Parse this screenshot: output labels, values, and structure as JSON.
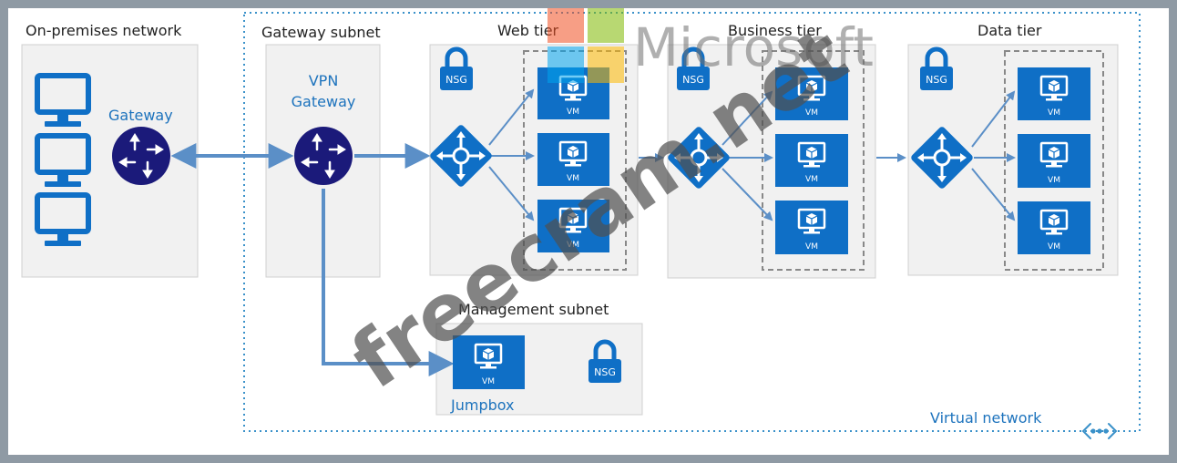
{
  "zones": {
    "on_premises": "On-premises network",
    "gateway_subnet": "Gateway subnet",
    "web_tier": "Web tier",
    "business_tier": "Business tier",
    "data_tier": "Data tier",
    "management_subnet": "Management subnet",
    "virtual_network": "Virtual network"
  },
  "nodes": {
    "gateway": "Gateway",
    "vpn_gateway_line1": "VPN",
    "vpn_gateway_line2": "Gateway",
    "jumpbox": "Jumpbox",
    "vm": "VM",
    "nsg": "NSG"
  },
  "watermark": {
    "brand": "Microsoft",
    "site": "freecram.net"
  },
  "colors": {
    "azure_blue": "#0f6fc6",
    "arrow_blue": "#5b8fc7",
    "router_navy": "#1b1a7a",
    "panel_fill": "#f1f1f1",
    "panel_stroke": "#d0d0d0",
    "vnet_dots": "#3a91c9",
    "label_text": "#222222",
    "label_blue": "#1d73bd"
  },
  "icons": [
    "monitor-icon",
    "router-icon",
    "load-balancer-icon",
    "virtual-machine-icon",
    "lock-icon",
    "vnet-connector-icon"
  ]
}
